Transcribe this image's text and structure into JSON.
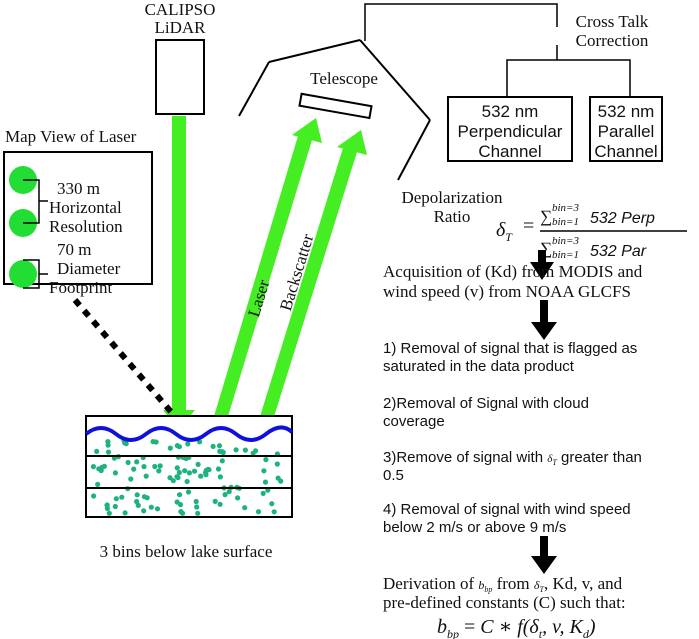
{
  "lidar": {
    "line1": "CALIPSO",
    "line2": "LiDAR"
  },
  "telescope": "Telescope",
  "crosstalk": {
    "line1": "Cross Talk",
    "line2": "Correction"
  },
  "perp_channel": {
    "line1": "532 nm",
    "line2": "Perpendicular",
    "line3": "Channel"
  },
  "par_channel": {
    "line1": "532 nm",
    "line2": "Parallel",
    "line3": "Channel"
  },
  "map_view": {
    "title": "Map View of Laser",
    "resolution": {
      "line1": "330 m",
      "line2": "Horizontal",
      "line3": "Resolution"
    },
    "footprint": {
      "line1": "70 m",
      "line2": "Diameter",
      "line3": "Footprint"
    }
  },
  "beam_labels": {
    "laser": "Laser",
    "backscatter": "Backscatter"
  },
  "lake": {
    "caption": "3 bins below lake surface"
  },
  "depol": {
    "label_line1": "Depolarization",
    "label_line2": "Ratio",
    "symbol": "δ",
    "symbol_sub": "T",
    "sum_symbol": "∑",
    "bin_upper": "bin=3",
    "bin_lower": "bin=1",
    "numerator_term": "532 Perp",
    "denominator_term": "532 Par"
  },
  "steps": {
    "acq_line1": "Acquisition of (Kd) from MODIS and",
    "acq_line2": "wind speed (v) from NOAA GLCFS",
    "s1_line1": "1) Removal of signal that is flagged as",
    "s1_line2": "saturated in the data product",
    "s2_line1": "2)Removal of Signal with cloud",
    "s2_line2": "coverage",
    "s3_line1_pre": "3)Remove of signal with ",
    "s3_line1_post": " greater than",
    "s3_line2": "0.5",
    "s4_line1": "4) Removal of signal with wind speed",
    "s4_line2": "below 2 m/s or above 9 m/s",
    "deriv_line1_pre": "Derivation of ",
    "deriv_line1_mid": " from ",
    "deriv_line1_post": ", Kd, v, and",
    "deriv_line2": "pre-defined constants (C) such that:",
    "b_sym": "b",
    "b_sub": "bp",
    "formula_rhs": "C ∗ f(δ",
    "formula_rhs2": ", v, K",
    "formula_sub_t": "t",
    "formula_sub_d": "d",
    "formula_close": ")"
  },
  "colors": {
    "beam": "#44ee22",
    "water_line": "#1010dd",
    "dot": "#1db380",
    "footprint": "#22dd33"
  }
}
